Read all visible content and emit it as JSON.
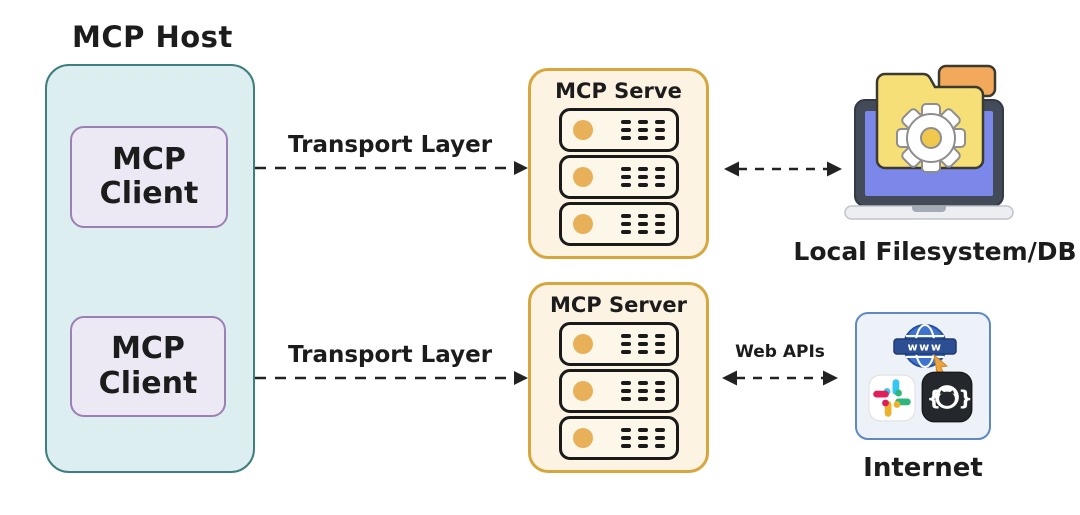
{
  "host": {
    "title": "MCP Host",
    "clients": [
      {
        "label": "MCP Client"
      },
      {
        "label": "MCP Client"
      }
    ]
  },
  "servers": [
    {
      "title": "MCP Serve",
      "rack_units": 3
    },
    {
      "title": "MCP Server",
      "rack_units": 3
    }
  ],
  "arrows": {
    "transport_top_label": "Transport Layer",
    "transport_bottom_label": "Transport Layer",
    "web_apis_label": "Web APIs"
  },
  "endpoints": {
    "filesystem": {
      "label": "Local Filesystem/DB"
    },
    "internet": {
      "label": "Internet",
      "globe_text": "www"
    }
  },
  "colors": {
    "host_fill": "#ddeef0",
    "host_border": "#3e7e80",
    "client_fill": "#ece9f4",
    "client_border": "#9b80b4",
    "server_fill": "#fcf3e2",
    "server_border": "#d7a63f",
    "rack_led": "#e8b159",
    "internet_fill": "#edf1f8",
    "internet_border": "#6088c2",
    "laptop_screen": "#7c88e9",
    "folder_yellow": "#f6df76",
    "folder_orange": "#f2a95c",
    "arrow": "#222222"
  }
}
